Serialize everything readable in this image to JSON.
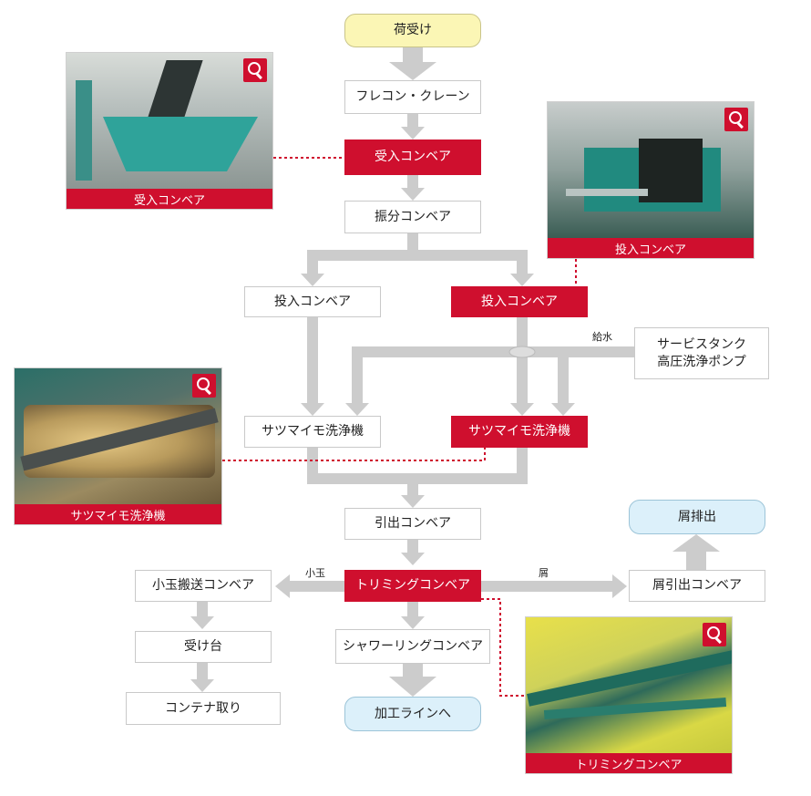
{
  "nodes": {
    "nigake": "荷受け",
    "frecon_crane": "フレコン・クレーン",
    "ukeire_conveyor": "受入コンベア",
    "shinbun_conveyor": "振分コンベア",
    "tonyu_conveyor_left": "投入コンベア",
    "tonyu_conveyor_right": "投入コンベア",
    "service_tank": "サービスタンク\n高圧洗浄ポンプ",
    "washer_left": "サツマイモ洗浄機",
    "washer_right": "サツマイモ洗浄機",
    "hikidashi_conveyor": "引出コンベア",
    "trimming_conveyor": "トリミングコンベア",
    "kodama_conveyor": "小玉搬送コンベア",
    "ukedai": "受け台",
    "container": "コンテナ取り",
    "shower_conveyor": "シャワーリングコンベア",
    "kako_line": "加工ラインへ",
    "kuzu_hikidashi": "屑引出コンベア",
    "kuzu_haishutsu": "屑排出"
  },
  "labels": {
    "kyusui": "給水",
    "kodama": "小玉",
    "kuzu": "屑"
  },
  "photos": {
    "ukeire": {
      "caption": "受入コンベア"
    },
    "tonyu": {
      "caption": "投入コンベア"
    },
    "washer": {
      "caption": "サツマイモ洗浄機"
    },
    "trimming": {
      "caption": "トリミングコンベア"
    }
  },
  "colors": {
    "accent_red": "#cf0f2e",
    "arrow_gray": "#cccccc",
    "start_yellow": "#fbf6b5",
    "end_blue": "#dcf0fa"
  }
}
